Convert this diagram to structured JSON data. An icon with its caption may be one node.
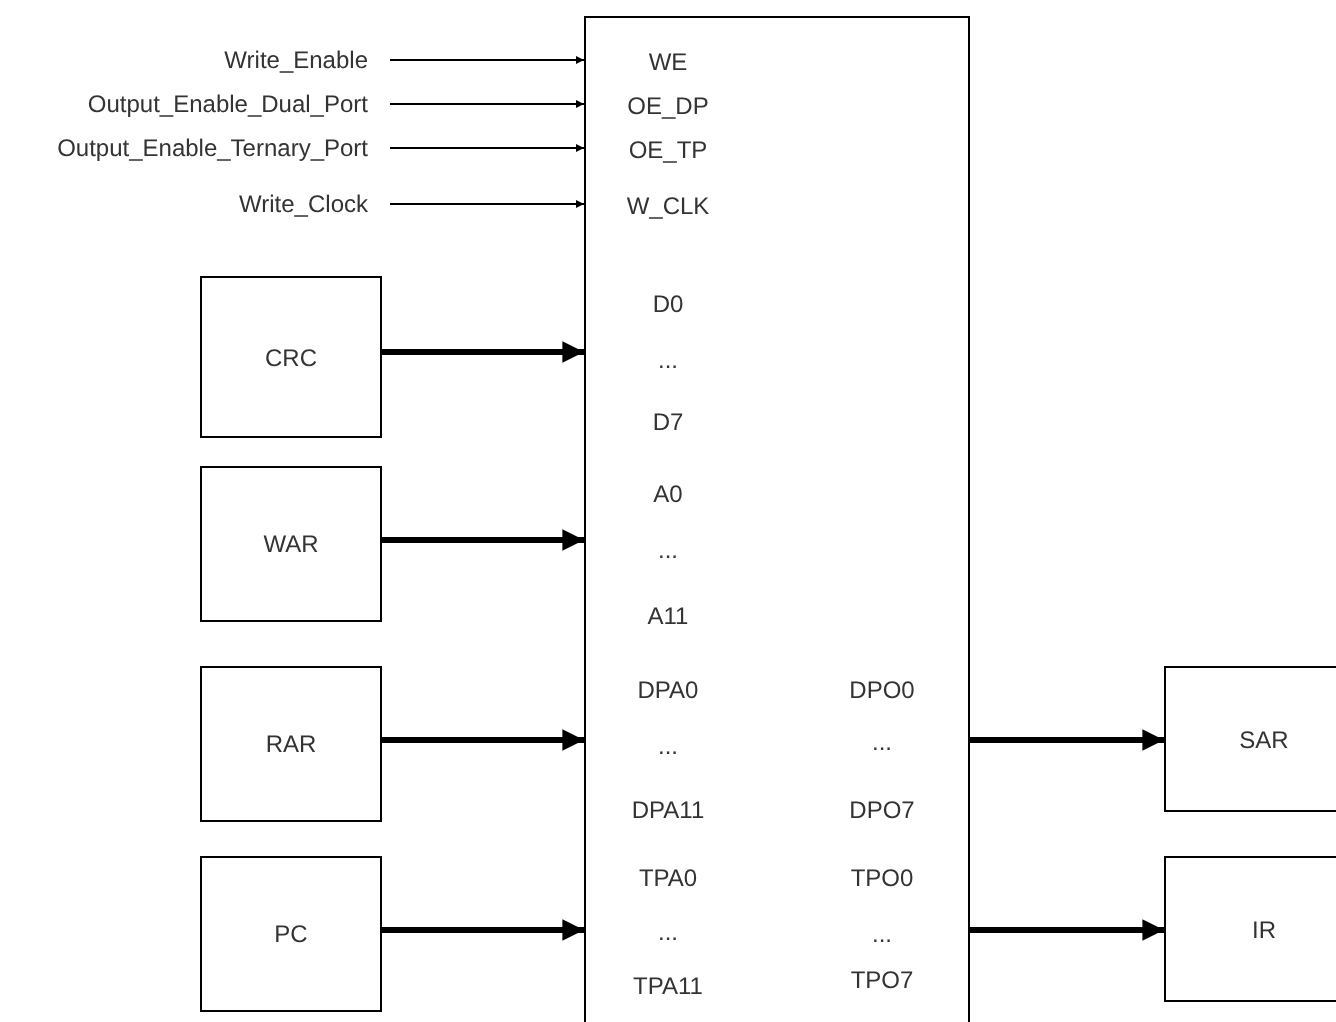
{
  "diagram": {
    "nodes": [
      {
        "text": [
          "WE",
          "OE_DP",
          "OE_TP",
          "W_CLK",
          "D0",
          "...",
          "D7",
          "A0",
          "...",
          "A11",
          "DPA0",
          "DPO0",
          "...",
          "...",
          "DPA11",
          "DPO7",
          "TPA0",
          "TPO0",
          "...",
          "...",
          "TPA11",
          "TPO7"
        ]
      },
      {
        "text": [
          "Write_Enable"
        ]
      },
      {
        "text": [
          "Output_Enable_Dual_Port"
        ]
      },
      {
        "text": [
          "Output_Enable_Ternary_Port"
        ]
      },
      {
        "text": [
          "Write_Clock"
        ]
      },
      {
        "text": [
          "CRC"
        ]
      },
      {
        "text": [
          "WAR"
        ]
      },
      {
        "text": [
          "RAR"
        ]
      },
      {
        "text": [
          "PC"
        ]
      },
      {
        "text": [
          "SAR"
        ]
      },
      {
        "text": [
          "IR"
        ]
      }
    ],
    "edges": [
      {
        "from": 1,
        "to": 0,
        "arrow": "to"
      },
      {
        "from": 2,
        "to": 0,
        "arrow": "to"
      },
      {
        "from": 3,
        "to": 0,
        "arrow": "to"
      },
      {
        "from": 4,
        "to": 0,
        "arrow": "to"
      },
      {
        "from": 5,
        "to": 0,
        "arrow": "to"
      },
      {
        "from": 6,
        "to": 0,
        "arrow": "to"
      },
      {
        "from": 7,
        "to": 0,
        "arrow": "to"
      },
      {
        "from": 8,
        "to": 0,
        "arrow": "to"
      },
      {
        "from": 0,
        "to": 9,
        "arrow": "to"
      },
      {
        "from": 0,
        "to": 10,
        "arrow": "to"
      }
    ]
  }
}
